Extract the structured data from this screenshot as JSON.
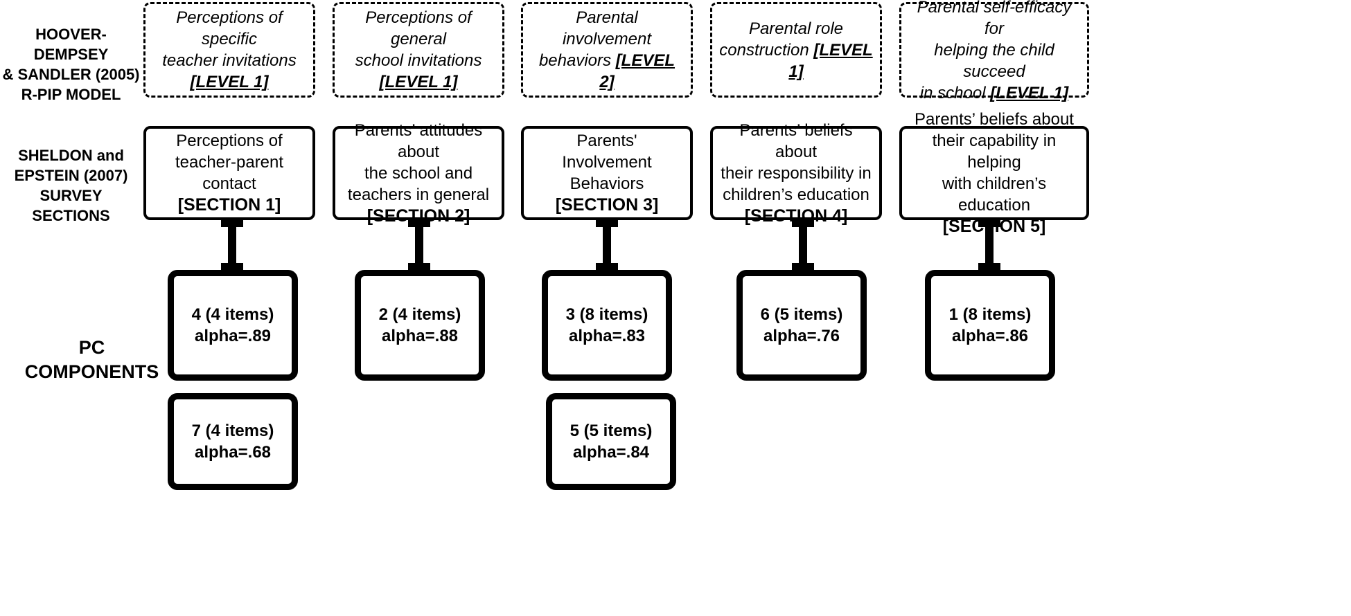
{
  "row_labels": {
    "model": [
      "HOOVER-DEMPSEY",
      "& SANDLER (2005)",
      "R-PIP MODEL"
    ],
    "survey": [
      "SHELDON and",
      "EPSTEIN (2007)",
      "SURVEY SECTIONS"
    ],
    "components": [
      "PC",
      "COMPONENTS"
    ]
  },
  "model_boxes": [
    {
      "lines": [
        "Perceptions of specific",
        "teacher invitations"
      ],
      "level": "[LEVEL 1]",
      "level_inline": false
    },
    {
      "lines": [
        "Perceptions of general",
        "school invitations"
      ],
      "level": "[LEVEL 1]",
      "level_inline": false
    },
    {
      "lines": [
        "Parental involvement",
        "behaviors"
      ],
      "level": "[LEVEL 2]",
      "level_inline": true
    },
    {
      "lines": [
        "Parental role",
        "construction"
      ],
      "level": "[LEVEL 1]",
      "level_inline": true
    },
    {
      "lines": [
        "Parental self-efficacy for",
        "helping the child succeed",
        "in school"
      ],
      "level": "[LEVEL 1]",
      "level_inline": true
    }
  ],
  "survey_boxes": [
    {
      "lines": [
        "Perceptions of",
        "teacher-parent contact"
      ],
      "section": "[SECTION 1]"
    },
    {
      "lines": [
        "Parents’ attitudes about",
        "the school and",
        "teachers in general"
      ],
      "section": "[SECTION 2]"
    },
    {
      "lines": [
        "Parents' Involvement",
        "Behaviors"
      ],
      "section": "[SECTION 3]"
    },
    {
      "lines": [
        "Parents’ beliefs about",
        "their responsibility in",
        "children’s education"
      ],
      "section": "[SECTION 4]"
    },
    {
      "lines": [
        "Parents’ beliefs about",
        "their capability in helping",
        "with children’s education"
      ],
      "section": "[SECTION 5]"
    }
  ],
  "components": [
    {
      "items": "4 (4 items)",
      "alpha": "alpha=.89"
    },
    {
      "items": "2 (4 items)",
      "alpha": "alpha=.88"
    },
    {
      "items": "3 (8 items)",
      "alpha": "alpha=.83"
    },
    {
      "items": "6 (5 items)",
      "alpha": "alpha=.76"
    },
    {
      "items": "1 (8 items)",
      "alpha": "alpha=.86"
    },
    {
      "items": "7 (4 items)",
      "alpha": "alpha=.68"
    },
    {
      "items": "5 (5 items)",
      "alpha": "alpha=.84"
    }
  ]
}
